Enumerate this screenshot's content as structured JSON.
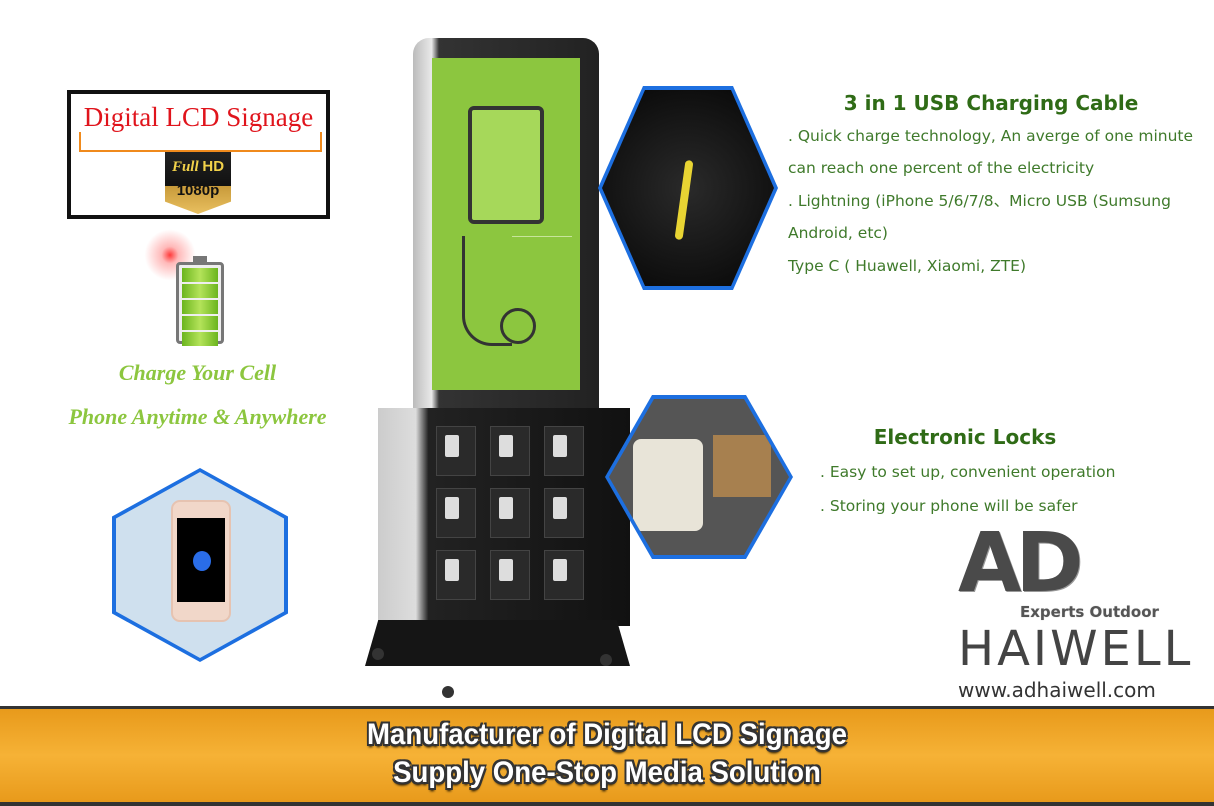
{
  "left": {
    "lcd_title": "Digital LCD Signage",
    "badge_full": "Full",
    "badge_hd": "HD",
    "badge_res": "1080p",
    "charge_line1": "Charge Your Cell",
    "charge_line2": "Phone Anytime & Anywhere"
  },
  "cable": {
    "title": "3 in 1 USB Charging Cable",
    "lines": [
      ". Quick charge technology, An averge of one minute",
      "can reach one percent of the electricity",
      ". Lightning (iPhone 5/6/7/8、Micro USB (Sumsung",
      "Android, etc)",
      "Type C ( Huawell, Xiaomi, ZTE)"
    ]
  },
  "locks": {
    "title": "Electronic Locks",
    "lines": [
      ". Easy to set up, convenient operation",
      ". Storing your phone will be safer"
    ]
  },
  "logo": {
    "mark": "AD",
    "tagline": "Experts Outdoor",
    "name": "HAIWELL",
    "url": "www.adhaiwell.com"
  },
  "banner": {
    "line1": "Manufacturer of Digital LCD Signage",
    "line2": "Supply One-Stop Media Solution"
  },
  "colors": {
    "screen_green": "#8cc63f",
    "heading_green": "#2f6b16",
    "banner_orange": "#f6b236",
    "hex_border": "#1d6fe0"
  }
}
